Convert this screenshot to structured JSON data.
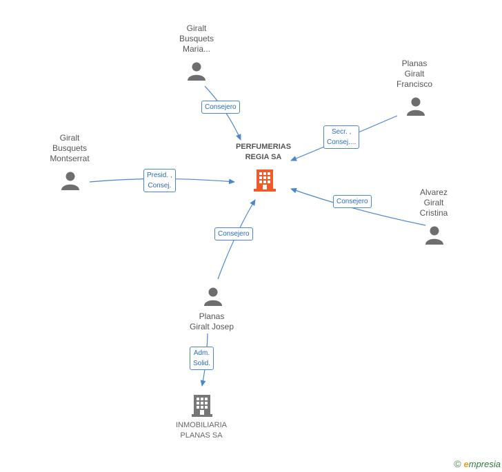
{
  "center_company": {
    "name": "PERFUMERIAS\nREGIA SA",
    "icon": "building-icon",
    "color": "#f05a28"
  },
  "persons": [
    {
      "id": "giralt-busquets-maria",
      "name": "Giralt\nBusquets\nMaria...",
      "icon": "person-icon"
    },
    {
      "id": "planas-giralt-francisco",
      "name": "Planas\nGiralt\nFrancisco",
      "icon": "person-icon"
    },
    {
      "id": "giralt-busquets-montserrat",
      "name": "Giralt\nBusquets\nMontserrat",
      "icon": "person-icon"
    },
    {
      "id": "alvarez-giralt-cristina",
      "name": "Alvarez\nGiralt\nCristina",
      "icon": "person-icon"
    },
    {
      "id": "planas-giralt-josep",
      "name": "Planas\nGiralt Josep",
      "icon": "person-icon"
    }
  ],
  "other_company": {
    "name": "INMOBILIARIA\nPLANAS SA",
    "icon": "building-icon",
    "color": "#777777"
  },
  "relations": [
    {
      "from": "giralt-busquets-maria",
      "label": "Consejero"
    },
    {
      "from": "planas-giralt-francisco",
      "label": "Secr. ,\nConsej...."
    },
    {
      "from": "giralt-busquets-montserrat",
      "label": "Presid. ,\nConsej."
    },
    {
      "from": "alvarez-giralt-cristina",
      "label": "Consejero"
    },
    {
      "from": "planas-giralt-josep",
      "label": "Consejero"
    },
    {
      "from": "planas-giralt-josep",
      "label": "Adm.\nSolid."
    }
  ],
  "colors": {
    "edge": "#4a86cf",
    "person": "#6e6e6e"
  },
  "brand": {
    "copyright": "©",
    "e": "e",
    "rest": "mpresia"
  }
}
